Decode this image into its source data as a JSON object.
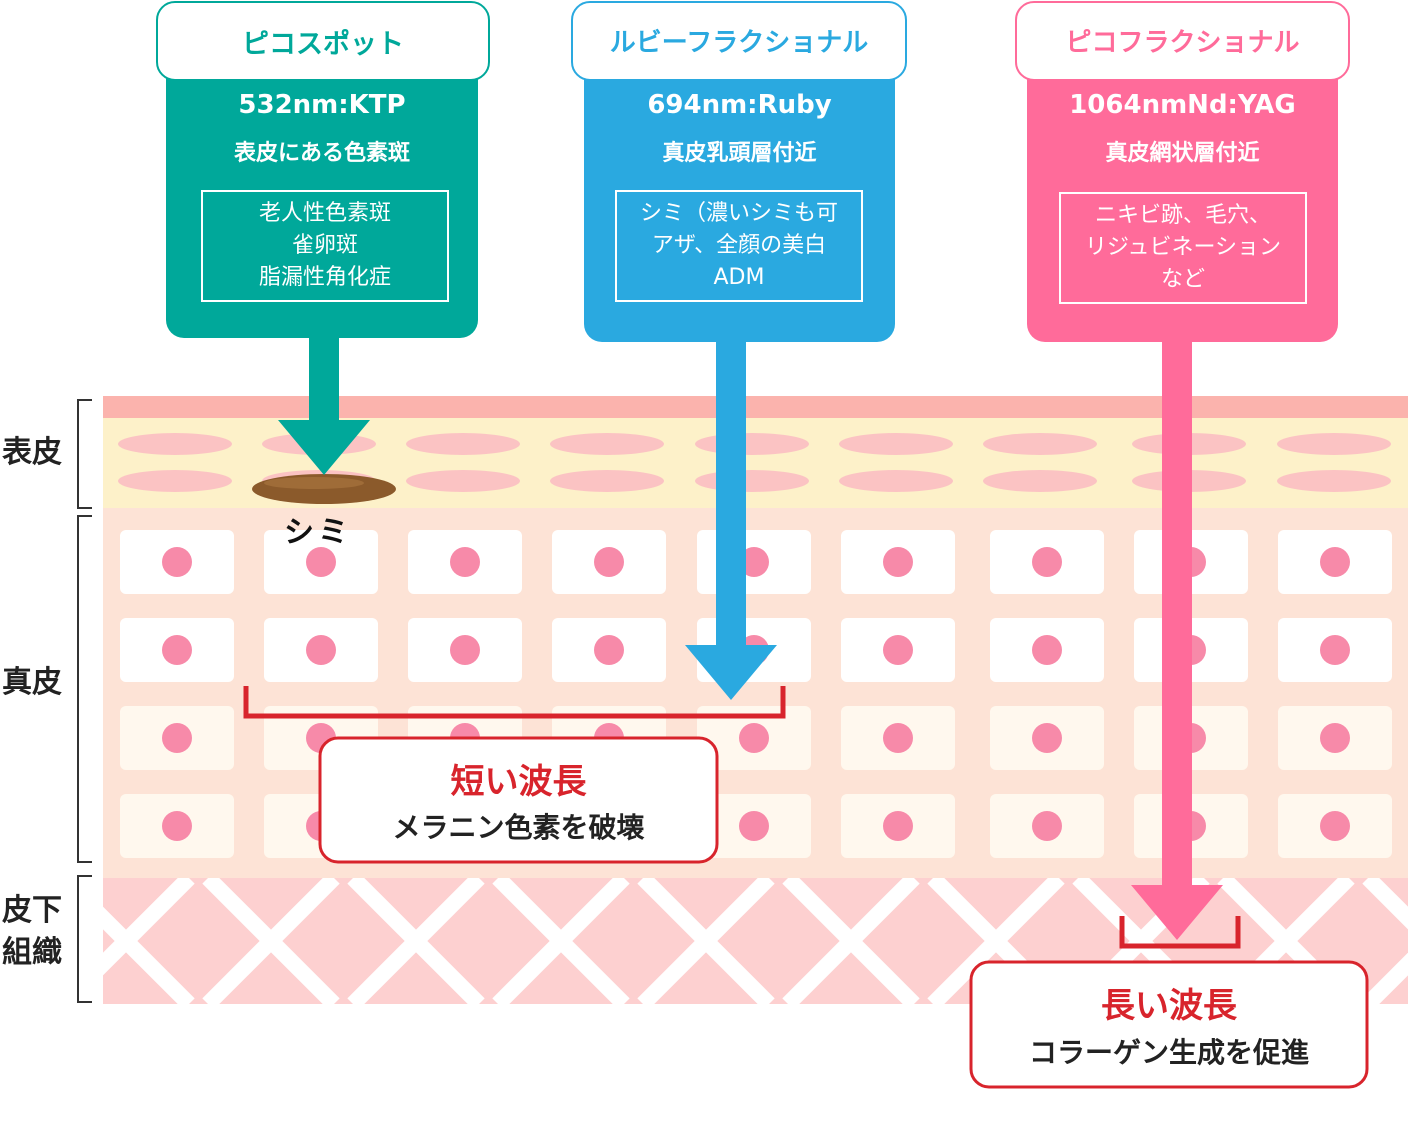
{
  "layers": {
    "epidermis": "表皮",
    "dermis": "真皮",
    "subcutis_line1": "皮下",
    "subcutis_line2": "組織"
  },
  "spot_label": "シミ",
  "lasers": [
    {
      "tab": "ピコスポット",
      "spec": "532nm:KTP",
      "depth": "表皮にある色素斑",
      "uses": [
        "老人性色素斑",
        "雀卵斑",
        "脂漏性角化症"
      ],
      "color": "#00a89a",
      "tab_text_color": "#00a89a"
    },
    {
      "tab": "ルビーフラクショナル",
      "spec": "694nm:Ruby",
      "depth": "真皮乳頭層付近",
      "uses": [
        "シミ（濃いシミも可",
        "アザ、全顔の美白",
        "ADM"
      ],
      "color": "#2aa9e0",
      "tab_text_color": "#2aa9e0"
    },
    {
      "tab": "ピコフラクショナル",
      "spec": "1064nmNd:YAG",
      "depth": "真皮網状層付近",
      "uses": [
        "ニキビ跡、毛穴、",
        "リジュビネーション",
        "など"
      ],
      "color": "#ff6b9a",
      "tab_text_color": "#ff6b9a"
    }
  ],
  "callouts": {
    "short": {
      "title": "短い波長",
      "sub": "メラニン色素を破壊"
    },
    "long": {
      "title": "長い波長",
      "sub": "コラーゲン生成を促進"
    }
  },
  "colors": {
    "epidermis_top": "#fbb3ad",
    "epidermis_bg": "#fdf1c9",
    "cell_oval": "#fbc3c3",
    "dermis_bg": "#fde3d6",
    "cell_box": "#ffffff",
    "cell_box_faded": "#fff8ee",
    "nucleus": "#f78aa9",
    "subcutis_bg": "#fdd0d0",
    "melanin": "#8b5a2b",
    "accent_red": "#d8242c"
  }
}
